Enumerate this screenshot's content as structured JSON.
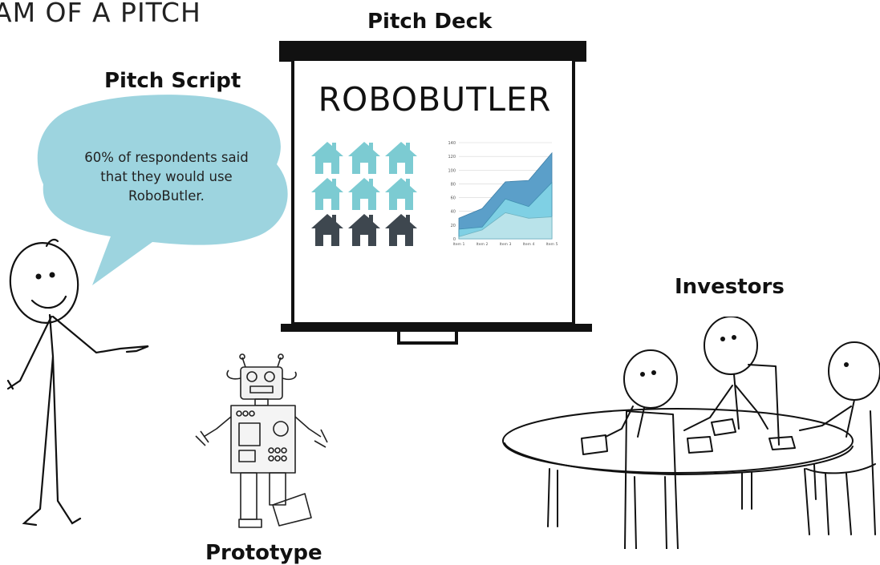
{
  "title_fragment": "AM OF A PITCH",
  "labels": {
    "pitch_deck": "Pitch Deck",
    "pitch_script": "Pitch Script",
    "investors": "Investors",
    "prototype": "Prototype"
  },
  "speech_bubble": {
    "text": "60% of respondents said that they would use RoboButler.",
    "color": "#9dd4df"
  },
  "slide": {
    "title": "ROBOBUTLER",
    "house_icons": {
      "rows": 3,
      "cols": 3,
      "light_color": "#7ccbd2",
      "dark_color": "#3e474f",
      "light_count": 6,
      "dark_count": 3
    }
  },
  "chart_data": {
    "type": "area",
    "categories": [
      "Item 1",
      "Item 2",
      "Item 3",
      "Item 4",
      "Item 5"
    ],
    "ylim": [
      0,
      140
    ],
    "yticks": [
      0,
      20,
      40,
      60,
      80,
      100,
      120,
      140
    ],
    "grid": true,
    "series": [
      {
        "values": [
          30,
          44,
          83,
          85,
          125
        ],
        "color": "#5b9fc9"
      },
      {
        "values": [
          14,
          17,
          58,
          47,
          82
        ],
        "color": "#7fd0e4"
      },
      {
        "values": [
          3,
          13,
          38,
          30,
          32
        ],
        "color": "#b9e3ea"
      }
    ]
  }
}
